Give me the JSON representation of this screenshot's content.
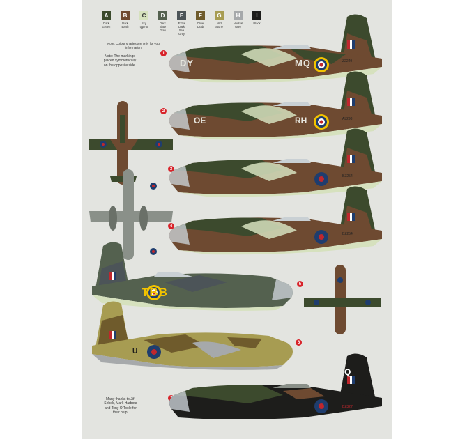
{
  "colours": [
    {
      "code": "A",
      "name": "Dark\nGreen",
      "hex": "#3c4a2d"
    },
    {
      "code": "B",
      "name": "Dark\nEarth",
      "hex": "#6e4a31"
    },
    {
      "code": "C",
      "name": "Sky\ntype S",
      "hex": "#d6e1be"
    },
    {
      "code": "D",
      "name": "Dark\nSlate\nGrey",
      "hex": "#54614f"
    },
    {
      "code": "E",
      "name": "Extra\nDark\nSea\nGrey",
      "hex": "#4c5458"
    },
    {
      "code": "F",
      "name": "Olive\nDrab",
      "hex": "#6f5b2c"
    },
    {
      "code": "G",
      "name": "Mid\nStone",
      "hex": "#a79c52"
    },
    {
      "code": "H",
      "name": "Neutral\nGrey",
      "hex": "#a6a9ab"
    },
    {
      "code": "I",
      "name": "Black",
      "hex": "#1d1d1b"
    }
  ],
  "notes": {
    "colour": "Note: Colour shades are only for your information.",
    "markings": "Note: The markings placed symmetrically on the opposite side.",
    "thanks": "Many thanks to Jiří Šebek, Mark Harbour and Tony O’Toole for their help."
  },
  "profiles": [
    {
      "number": "1",
      "codes_fwd": "DY",
      "codes_aft": "MQ",
      "serial": "Z2249"
    },
    {
      "number": "2",
      "codes_fwd": "OE",
      "codes_aft": "RH",
      "serial": "AL298"
    },
    {
      "number": "3",
      "codes_fwd": "",
      "codes_aft": "",
      "serial": "BZ254"
    },
    {
      "number": "4",
      "codes_fwd": "",
      "codes_aft": "",
      "serial": "BZ254"
    },
    {
      "number": "5",
      "codes_fwd": "TBB",
      "codes_aft": "",
      "serial": ""
    },
    {
      "number": "6",
      "codes_fwd": "U",
      "codes_aft": "",
      "serial": ""
    },
    {
      "number": "7",
      "codes_fwd": "",
      "codes_aft": "Q",
      "serial": "BZ327"
    }
  ]
}
